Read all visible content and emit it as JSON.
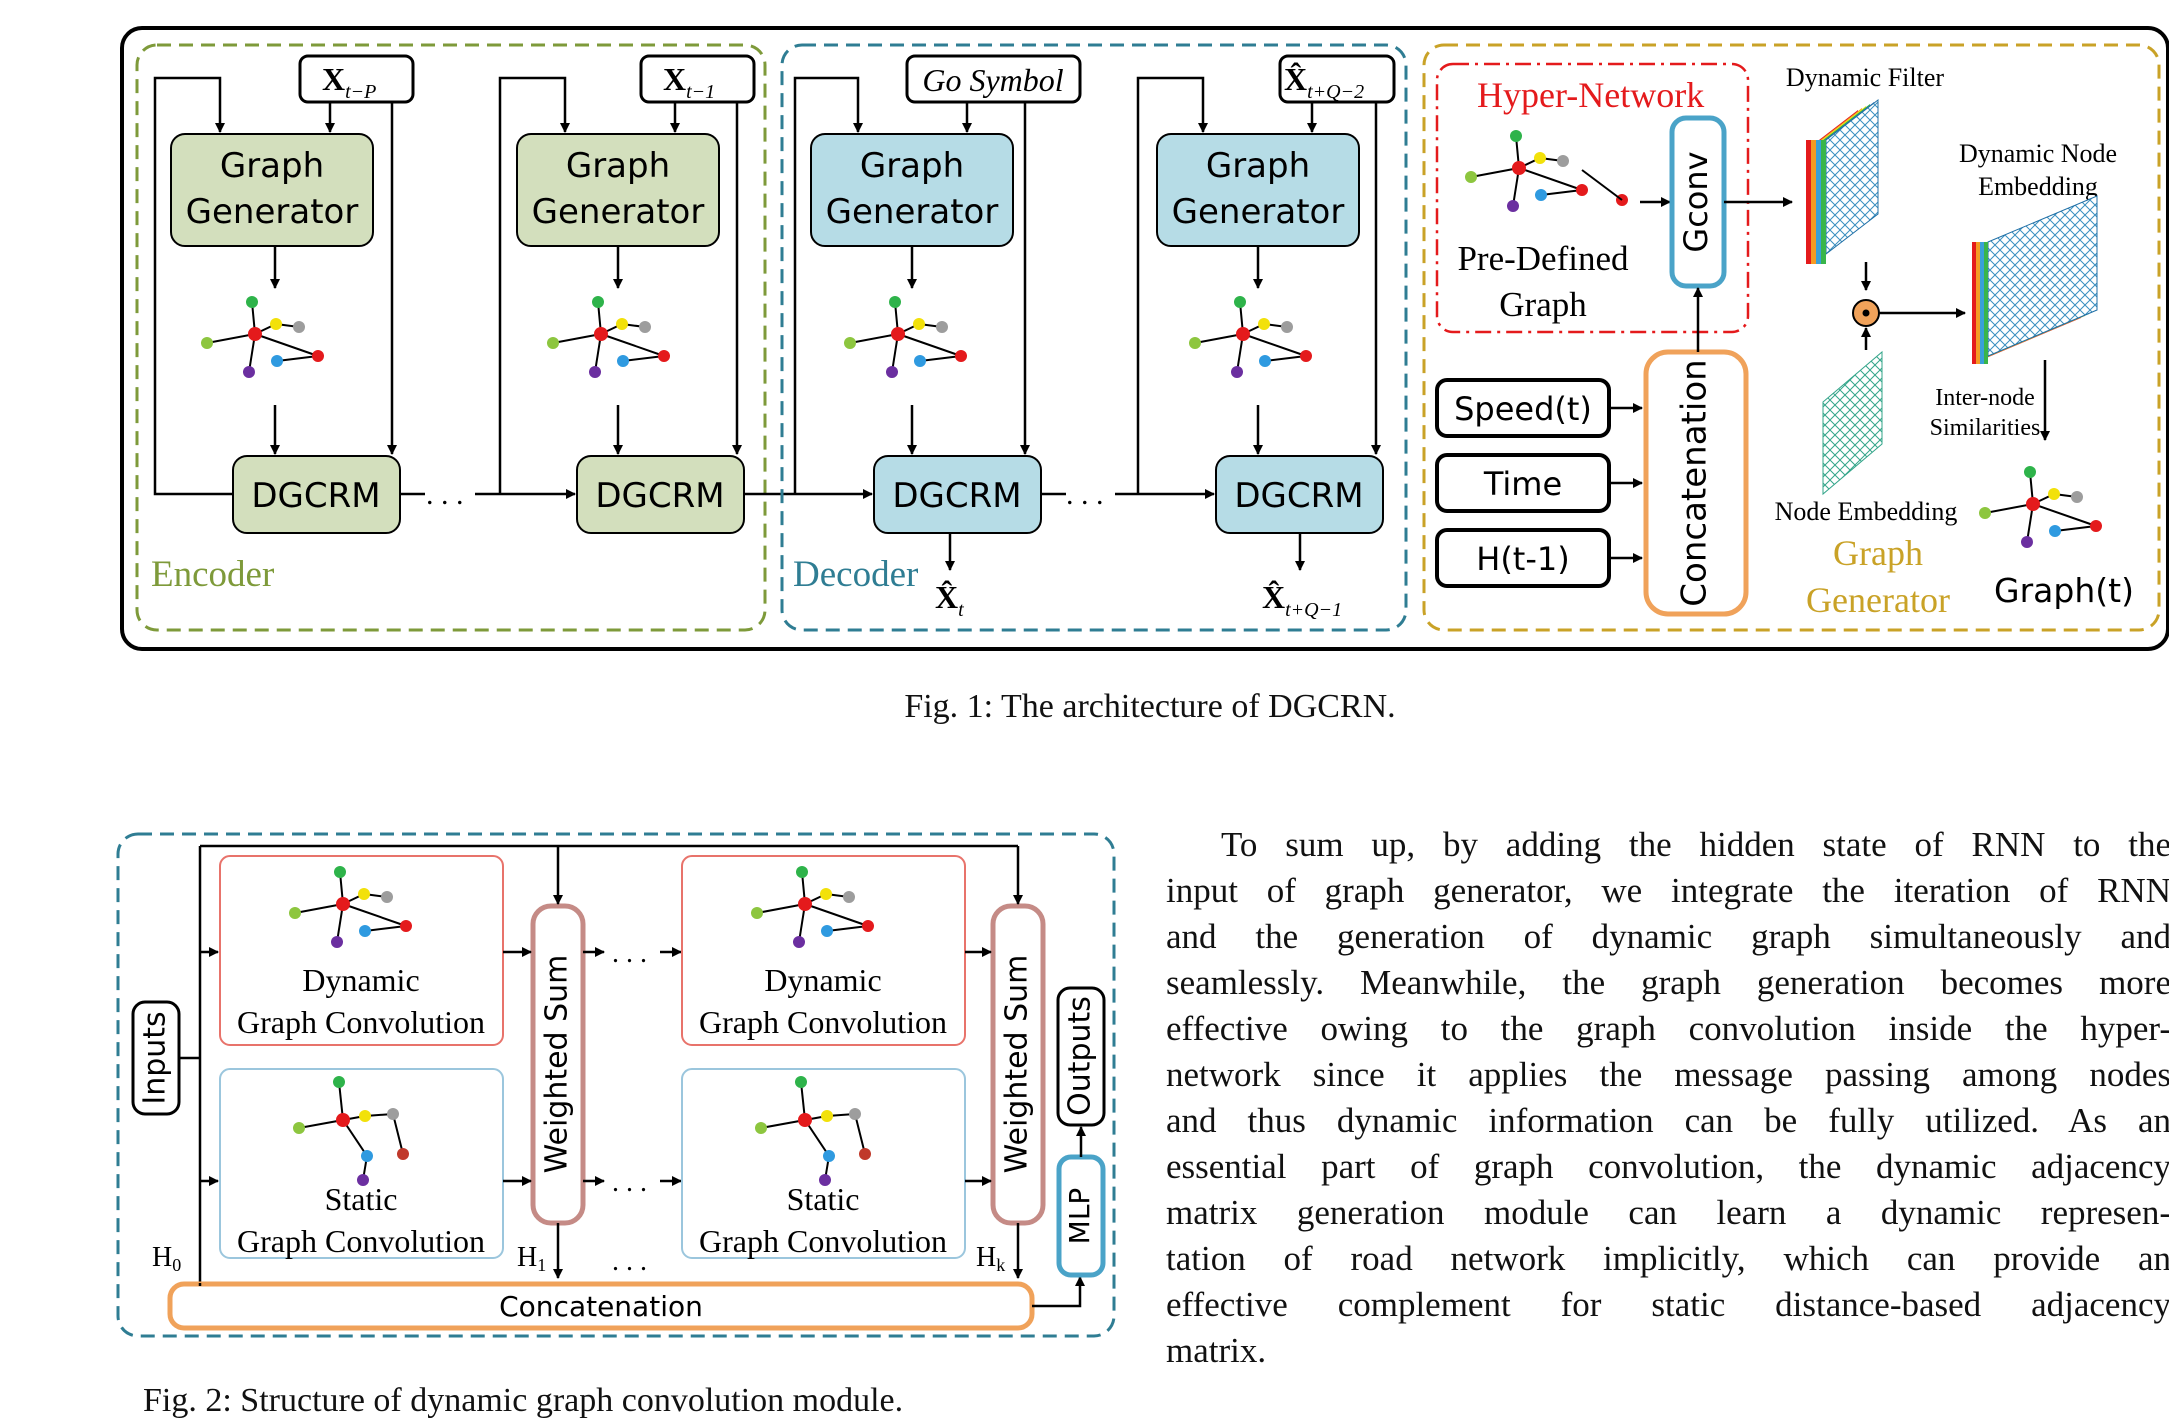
{
  "figure1": {
    "encoder_label": "Encoder",
    "decoder_label": "Decoder",
    "graph_generator_l1": "Graph",
    "graph_generator_l2": "Generator",
    "dgcrm_label": "DGCRM",
    "dots": ". . .",
    "input_x_t_minus_p": {
      "base": "X",
      "sub": "t−P"
    },
    "input_x_t_minus_1": {
      "base": "X",
      "sub": "t−1"
    },
    "go_symbol": "Go Symbol",
    "input_xhat_t_q_2": {
      "base": "X̂",
      "sub": "t+Q−2"
    },
    "output_xhat_t": {
      "base": "X̂",
      "sub": "t"
    },
    "output_xhat_t_q_1": {
      "base": "X̂",
      "sub": "t+Q−1"
    },
    "gen": {
      "hyper_network": "Hyper-Network",
      "predefined_l1": "Pre-Defined",
      "predefined_l2": "Graph",
      "gconv": "Gconv",
      "dynamic_filter": "Dynamic Filter",
      "dyn_node_emb_l1": "Dynamic Node",
      "dyn_node_emb_l2": "Embedding",
      "inter_node_l1": "Inter-node",
      "inter_node_l2": "Similarities",
      "node_embedding": "Node Embedding",
      "speed": "Speed(t)",
      "time": "Time",
      "hidden": "H(t-1)",
      "concatenation": "Concatenation",
      "graph_generator_l1": "Graph",
      "graph_generator_l2": "Generator",
      "graph_t": "Graph(t)"
    }
  },
  "figure2": {
    "inputs": "Inputs",
    "outputs": "Outputs",
    "mlp": "MLP",
    "weighted_sum": "Weighted Sum",
    "dynamic_l1": "Dynamic",
    "dynamic_l2": "Graph Convolution",
    "static_l1": "Static",
    "static_l2": "Graph Convolution",
    "concatenation": "Concatenation",
    "dots": ". . .",
    "h0": {
      "base": "H",
      "sub": "0"
    },
    "h1": {
      "base": "H",
      "sub": "1"
    },
    "hk": {
      "base": "H",
      "sub": "k"
    }
  },
  "captions": {
    "fig1": "Fig. 1: The architecture of DGCRN.",
    "fig2": "Fig. 2: Structure of dynamic graph convolution module."
  },
  "paragraph": [
    "To sum up, by adding the hidden state of RNN to the",
    "input of graph generator, we integrate the iteration of RNN",
    "and the generation of dynamic graph simultaneously and",
    "seamlessly. Meanwhile, the graph generation becomes more",
    "effective owing to the graph convolution inside the hyper-",
    "network since it applies the message passing among nodes",
    "and thus dynamic information can be fully utilized. As an",
    "essential part of graph convolution, the dynamic adjacency",
    "matrix generation module can learn a dynamic represen-",
    "tation of road network implicitly, which can provide an",
    "effective complement for static distance-based adjacency",
    "matrix."
  ],
  "colors": {
    "encoder_green": "#7e9a3a",
    "decoder_blue": "#2f7d93",
    "generator_gold": "#c9a227",
    "green_fill": "#d3dfbd",
    "blue_fill": "#b6dce6",
    "hyper_red": "#e41a1c",
    "orange": "#f0a25a",
    "gconv_blue": "#4aa3c8",
    "ws_pink": "#c58b86",
    "dyn_border": "#e8736b",
    "static_border": "#9bc6dd"
  }
}
